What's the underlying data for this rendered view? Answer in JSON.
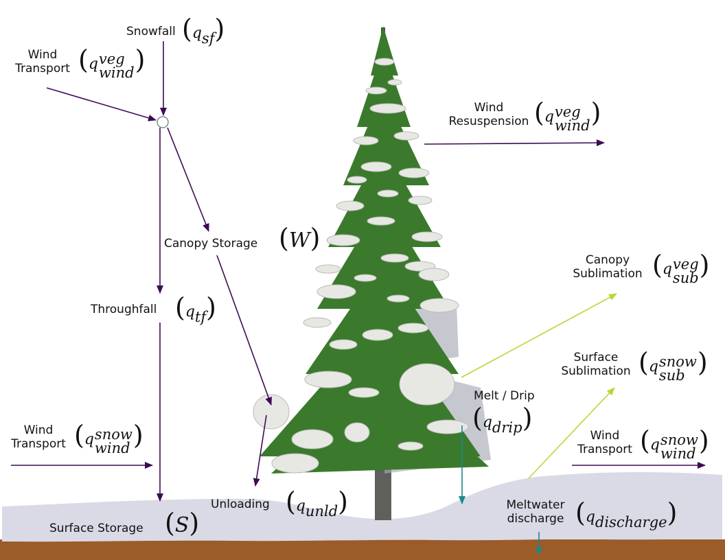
{
  "colors": {
    "flux_arrow": "#3f0a52",
    "sublimation_arrow": "#b5d93a",
    "meltwater_arrow": "#1c8a86",
    "ground_snow": "#d9dae6",
    "soil": "#9b5c2a",
    "foliage": "#3b7a2c",
    "snow_on_canopy": "#e7e8e4",
    "trunk": "#5f605c"
  },
  "labels": {
    "snowfall": {
      "text": "Snowfall",
      "sym": "q",
      "sub": "sf"
    },
    "wind_in_canopy": {
      "line1": "Wind",
      "line2": "Transport",
      "sym": "q",
      "sup": "veg",
      "sub": "wind"
    },
    "wind_resuspension": {
      "line1": "Wind",
      "line2": "Resuspension",
      "sym": "q",
      "sup": "veg",
      "sub": "wind"
    },
    "canopy_storage": {
      "text": "Canopy Storage",
      "sym": "W"
    },
    "throughfall": {
      "text": "Throughfall",
      "sym": "q",
      "sub": "tf"
    },
    "canopy_sublimation": {
      "line1": "Canopy",
      "line2": "Sublimation",
      "sym": "q",
      "sup": "veg",
      "sub": "sub"
    },
    "surface_sublimation": {
      "line1": "Surface",
      "line2": "Sublimation",
      "sym": "q",
      "sup": "snow",
      "sub": "sub"
    },
    "melt_drip": {
      "text": "Melt / Drip",
      "sym": "q",
      "sub": "drip"
    },
    "wind_in_surface": {
      "line1": "Wind",
      "line2": "Transport",
      "sym": "q",
      "sup": "snow",
      "sub": "wind"
    },
    "wind_out_surface": {
      "line1": "Wind",
      "line2": "Transport",
      "sym": "q",
      "sup": "snow",
      "sub": "wind"
    },
    "unloading": {
      "text": "Unloading",
      "sym": "q",
      "sub": "unld"
    },
    "meltwater_discharge": {
      "line1": "Meltwater",
      "line2": "discharge",
      "sym": "q",
      "sub": "discharge"
    },
    "surface_storage": {
      "text": "Surface Storage",
      "sym": "S"
    }
  }
}
